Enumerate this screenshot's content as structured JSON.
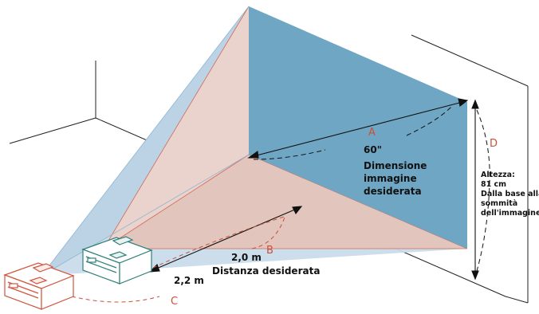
{
  "labels": {
    "A": "A",
    "B": "B",
    "C": "C",
    "D": "D",
    "size_value": "60\"",
    "size_line1": "Dimensione",
    "size_line2": "immagine",
    "size_line3": "desiderata",
    "dist_near": "2,0 m",
    "dist_far": "2,2 m",
    "dist_caption": "Distanza desiderata",
    "height_line1": "Altezza:",
    "height_line2": "81 cm",
    "height_line3": "Dalla base alla",
    "height_line4": "sommità",
    "height_line5": "dell'immagine"
  },
  "colors": {
    "screen": "#6fa6c3",
    "near_beam": "#e3c3bb",
    "far_beam": "#c9dcea",
    "accent_red": "#c8503c",
    "projector_near": "#2e8078",
    "projector_far": "#d0553f"
  }
}
